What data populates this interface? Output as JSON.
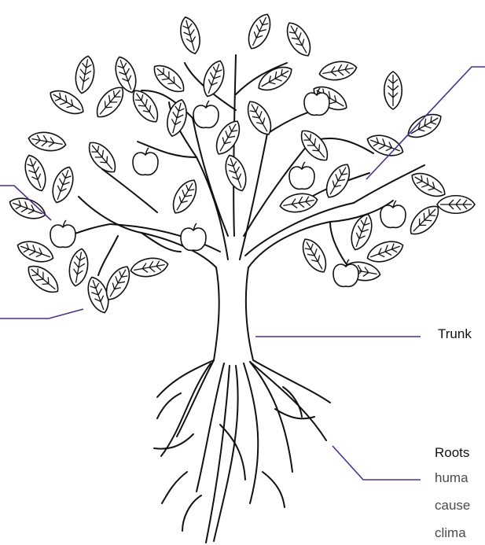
{
  "labels": {
    "trunk": "Trunk",
    "roots": "Roots",
    "roots_lines": [
      "huma",
      "cause",
      "clima"
    ]
  },
  "colors": {
    "outline": "#111111",
    "leader_line": "#4b2e8c",
    "background": "#ffffff"
  },
  "icons": [
    "tree-illustration",
    "apple-icon",
    "leaf-icon"
  ]
}
